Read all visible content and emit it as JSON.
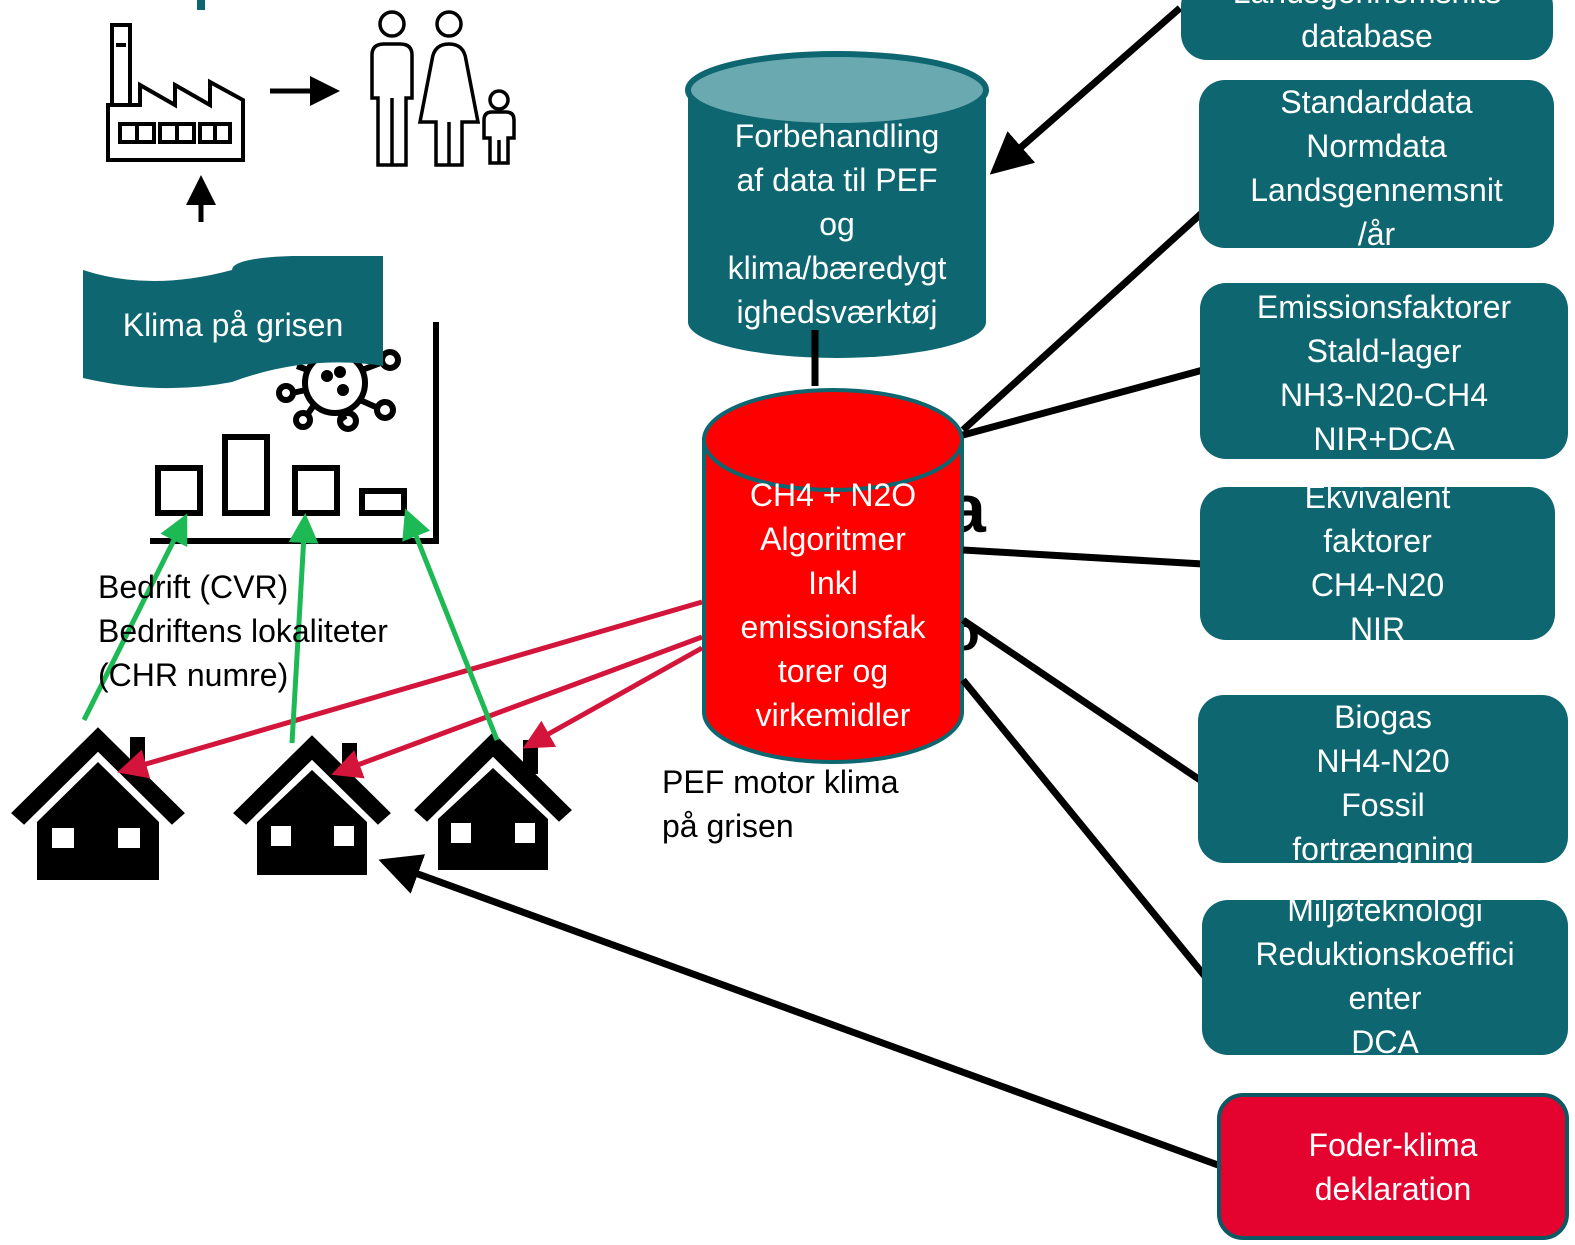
{
  "colors": {
    "teal": "#0d6670",
    "teal_light": "#6aa9b0",
    "red": "#e4032e",
    "green_arrow": "#1db954",
    "red_arrow": "#d4153b",
    "black": "#000000"
  },
  "icons": [
    "factory-icon",
    "family-icon",
    "bar-chart-icon",
    "virus-icon",
    "house-icon"
  ],
  "banner": {
    "label": "Klima på grisen"
  },
  "company": {
    "lines": [
      "Bedrift (CVR)",
      "Bedriftens lokaliteter",
      "(CHR numre)"
    ]
  },
  "preprocess_db": {
    "lines": [
      "Forbehandling",
      "af data til PEF",
      "og",
      "klima/bæredygt",
      "ighedsværktøj"
    ]
  },
  "engine_db": {
    "lines": [
      "CH4 + N2O",
      "Algoritmer",
      "Inkl",
      "emissionsfak",
      "torer og",
      "virkemidler"
    ]
  },
  "engine_caption": {
    "lines": [
      "PEF motor klima",
      "på grisen"
    ]
  },
  "sources": [
    {
      "id": "national-database",
      "lines": [
        "Landsgennemsnits",
        "database"
      ]
    },
    {
      "id": "standard-data",
      "lines": [
        "Standarddata",
        "Normdata",
        "Landsgennemsnit",
        "/år"
      ]
    },
    {
      "id": "emission-factors",
      "lines": [
        "Emissionsfaktorer",
        "Stald-lager",
        "NH3-N20-CH4",
        "NIR+DCA"
      ]
    },
    {
      "id": "equivalent-factors",
      "lines": [
        "Ekvivalent",
        "faktorer",
        "CH4-N20",
        "NIR"
      ]
    },
    {
      "id": "biogas",
      "lines": [
        "Biogas",
        "NH4-N20",
        "Fossil",
        "fortrængning"
      ]
    },
    {
      "id": "environmental-technology",
      "lines": [
        "Miljøteknologi",
        "Reduktionskoeffici",
        "enter",
        "DCA"
      ]
    },
    {
      "id": "feed-climate-declaration",
      "lines": [
        "Foder-klima",
        "deklaration"
      ]
    }
  ]
}
